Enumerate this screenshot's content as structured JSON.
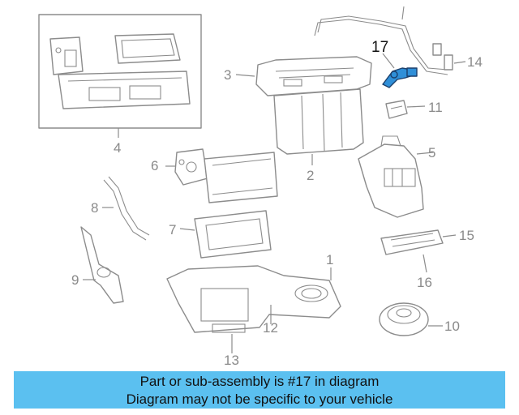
{
  "diagram": {
    "callouts": [
      "1",
      "2",
      "3",
      "4",
      "5",
      "6",
      "7",
      "8",
      "9",
      "10",
      "11",
      "12",
      "13",
      "14",
      "15",
      "16",
      "17"
    ],
    "highlighted_callout": "17",
    "colors": {
      "line": "#8c8c8c",
      "highlight_fill": "#2f8fd8",
      "highlight_stroke": "#1b3f6b",
      "caption_bg": "#5bc0f0"
    }
  },
  "caption": {
    "line1": "Part or sub-assembly is #17 in diagram",
    "line2": "Diagram may not be specific to your vehicle"
  }
}
